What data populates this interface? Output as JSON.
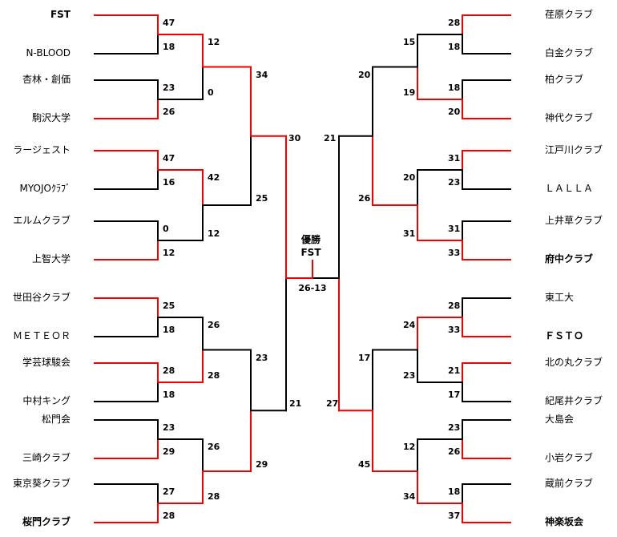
{
  "colors": {
    "win": "#ee0000",
    "lose": "#000000"
  },
  "final": {
    "champion_label": "優勝",
    "champion": "FST",
    "score": "26-13",
    "left_score": "30",
    "right_score": "21"
  },
  "left": {
    "teams": [
      "FST",
      "N-BLOOD",
      "杏林・創価",
      "駒沢大学",
      "ラージェスト",
      "MYOJOｸﾗﾌﾞ",
      "エルムクラブ",
      "上智大学",
      "世田谷クラブ",
      "ＭＥＴＥＯＲ",
      "学芸球駿会",
      "中村キング",
      "松門会",
      "三崎クラブ",
      "東京葵クラブ",
      "桜門クラブ"
    ],
    "bold": [
      true,
      false,
      false,
      false,
      false,
      false,
      false,
      false,
      false,
      false,
      false,
      false,
      false,
      false,
      false,
      true
    ],
    "r1": [
      [
        "47",
        "18"
      ],
      [
        "23",
        "26"
      ],
      [
        "47",
        "16"
      ],
      [
        "0",
        "12"
      ],
      [
        "25",
        "18"
      ],
      [
        "28",
        "18"
      ],
      [
        "23",
        "29"
      ],
      [
        "27",
        "28"
      ]
    ],
    "r2": [
      [
        "12",
        "0"
      ],
      [
        "42",
        "12"
      ],
      [
        "26",
        "28"
      ],
      [
        "26",
        "28"
      ]
    ],
    "r3": [
      [
        "34",
        "25"
      ],
      [
        "23",
        "29"
      ]
    ],
    "r4": [
      "30",
      "21"
    ]
  },
  "right": {
    "teams": [
      "荏原クラブ",
      "白金クラブ",
      "柏クラブ",
      "神代クラブ",
      "江戸川クラブ",
      "ＬＡＬＬＡ",
      "上井草クラブ",
      "府中クラブ",
      "東工大",
      "ＦＳＴＯ",
      "北の丸クラブ",
      "紀尾井クラブ",
      "大島会",
      "小岩クラブ",
      "蔵前クラブ",
      "神楽坂会"
    ],
    "bold": [
      false,
      false,
      false,
      false,
      false,
      false,
      false,
      true,
      false,
      true,
      false,
      false,
      false,
      false,
      false,
      true
    ],
    "r1": [
      [
        "28",
        "18"
      ],
      [
        "18",
        "20"
      ],
      [
        "31",
        "23"
      ],
      [
        "31",
        "33"
      ],
      [
        "28",
        "33"
      ],
      [
        "21",
        "17"
      ],
      [
        "23",
        "26"
      ],
      [
        "18",
        "37"
      ]
    ],
    "r2": [
      [
        "15",
        "19"
      ],
      [
        "20",
        "31"
      ],
      [
        "24",
        "23"
      ],
      [
        "12",
        "34"
      ]
    ],
    "r3": [
      [
        "20",
        "26"
      ],
      [
        "17",
        "45"
      ]
    ],
    "r4": [
      "21",
      "27"
    ]
  }
}
